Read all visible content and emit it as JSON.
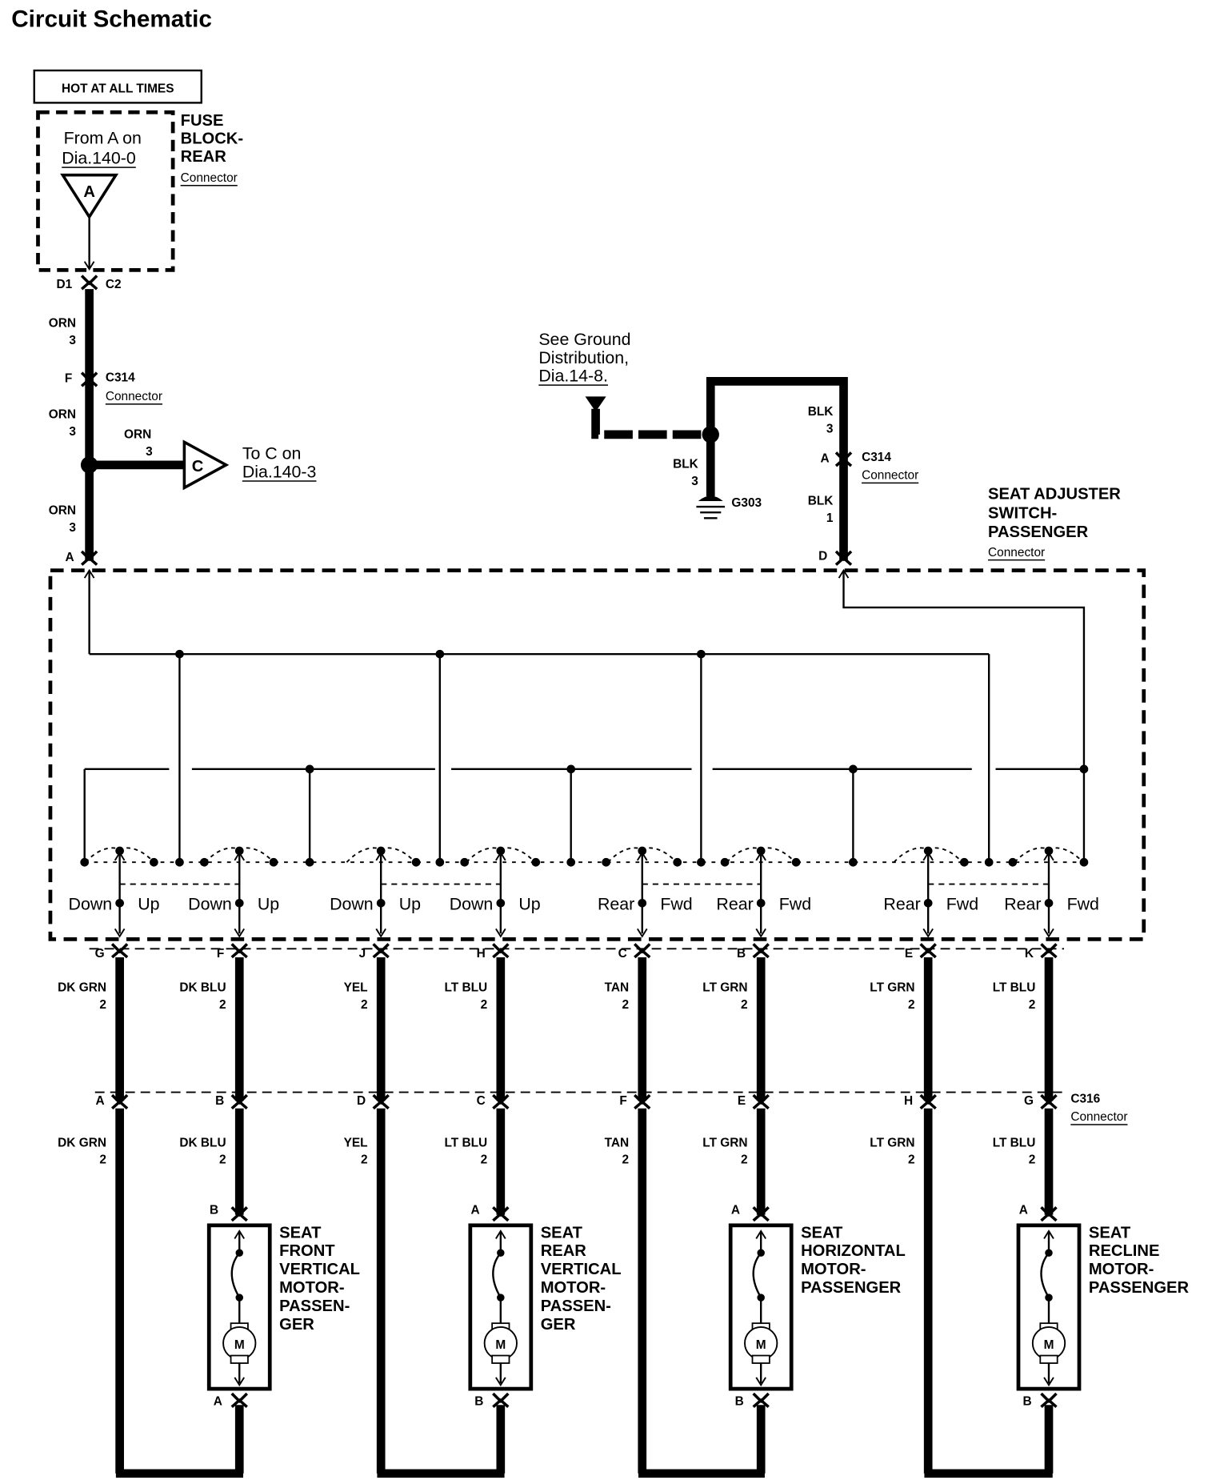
{
  "title": "Circuit Schematic",
  "power_box": "HOT AT ALL TIMES",
  "fuse_block": {
    "name_lines": [
      "FUSE",
      "BLOCK-",
      "REAR"
    ],
    "sub": "Connector",
    "ref_lines": [
      "From A on",
      "Dia.140-0"
    ],
    "symbol": "A",
    "pin_left": "D1",
    "pin_right": "C2"
  },
  "orn_wire": {
    "color": "ORN",
    "gauge": "3"
  },
  "c314": {
    "name": "C314",
    "sub": "Connector",
    "pin_orn": "F",
    "pin_blk": "A"
  },
  "splice_out": {
    "symbol": "C",
    "ref_lines": [
      "To C on",
      "Dia.140-3"
    ]
  },
  "ground": {
    "ref_lines": [
      "See Ground",
      "Distribution,",
      "Dia.14-8."
    ],
    "name": "G303",
    "wire": "BLK",
    "gauge": "3"
  },
  "blk_upper": {
    "color": "BLK",
    "gauge": "3"
  },
  "blk_lower": {
    "color": "BLK",
    "gauge": "1"
  },
  "switch": {
    "name_lines": [
      "SEAT ADJUSTER",
      "SWITCH-",
      "PASSENGER"
    ],
    "sub": "Connector",
    "pin_power": "A",
    "pin_ground": "D"
  },
  "switch_positions": [
    "Down",
    "Up",
    "Down",
    "Up",
    "Down",
    "Up",
    "Down",
    "Up",
    "Rear",
    "Fwd",
    "Rear",
    "Fwd",
    "Rear",
    "Fwd",
    "Rear",
    "Fwd"
  ],
  "outputs": [
    {
      "pin": "G",
      "color": "DK GRN",
      "gauge": "2",
      "c316": "A"
    },
    {
      "pin": "F",
      "color": "DK BLU",
      "gauge": "2",
      "c316": "B"
    },
    {
      "pin": "J",
      "color": "YEL",
      "gauge": "2",
      "c316": "D"
    },
    {
      "pin": "H",
      "color": "LT BLU",
      "gauge": "2",
      "c316": "C"
    },
    {
      "pin": "C",
      "color": "TAN",
      "gauge": "2",
      "c316": "F"
    },
    {
      "pin": "B",
      "color": "LT GRN",
      "gauge": "2",
      "c316": "E"
    },
    {
      "pin": "E",
      "color": "LT GRN",
      "gauge": "2",
      "c316": "H"
    },
    {
      "pin": "K",
      "color": "LT BLU",
      "gauge": "2",
      "c316": "G"
    }
  ],
  "c316": {
    "name": "C316",
    "sub": "Connector"
  },
  "motors": [
    {
      "name_lines": [
        "SEAT",
        "FRONT",
        "VERTICAL",
        "MOTOR-",
        "PASSEN-",
        "GER"
      ],
      "pin_top": "B",
      "pin_bottom": "A",
      "symbol": "M"
    },
    {
      "name_lines": [
        "SEAT",
        "REAR",
        "VERTICAL",
        "MOTOR-",
        "PASSEN-",
        "GER"
      ],
      "pin_top": "A",
      "pin_bottom": "B",
      "symbol": "M"
    },
    {
      "name_lines": [
        "SEAT",
        "HORIZONTAL",
        "MOTOR-",
        "PASSENGER"
      ],
      "pin_top": "A",
      "pin_bottom": "B",
      "symbol": "M"
    },
    {
      "name_lines": [
        "SEAT",
        "RECLINE",
        "MOTOR-",
        "PASSENGER"
      ],
      "pin_top": "A",
      "pin_bottom": "B",
      "symbol": "M"
    }
  ]
}
